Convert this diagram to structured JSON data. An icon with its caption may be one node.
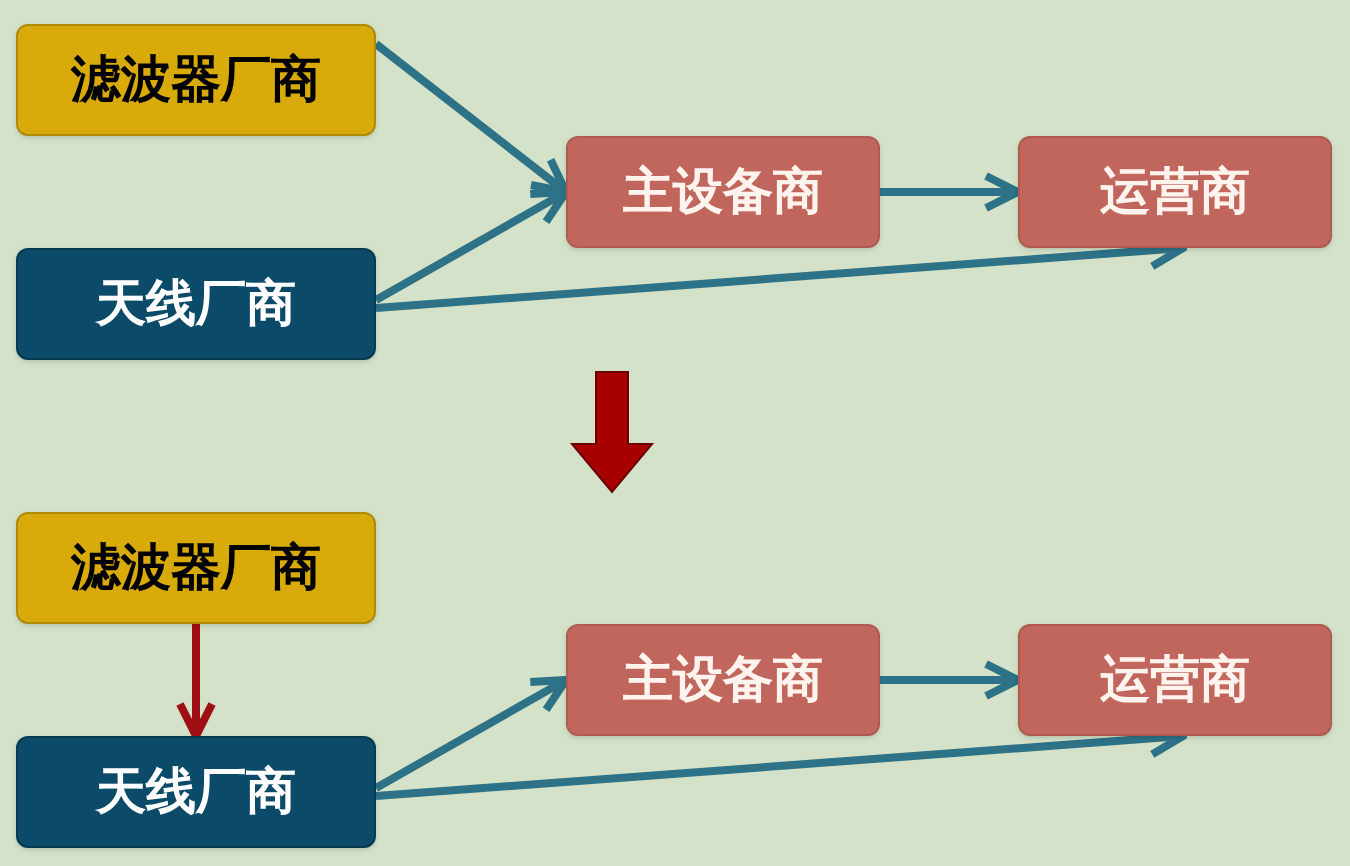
{
  "diagram": {
    "nodes": [
      {
        "text": [
          "滤波器厂商"
        ]
      },
      {
        "text": [
          "天线厂商"
        ]
      },
      {
        "text": [
          "主设备商"
        ]
      },
      {
        "text": [
          "运营商"
        ]
      },
      {
        "text": [
          "滤波器厂商"
        ]
      },
      {
        "text": [
          "天线厂商"
        ]
      },
      {
        "text": [
          "主设备商"
        ]
      },
      {
        "text": [
          "运营商"
        ]
      }
    ],
    "edges": [
      {
        "from": 0,
        "to": 2,
        "arrow": "to"
      },
      {
        "from": 1,
        "to": 2,
        "arrow": "to"
      },
      {
        "from": 2,
        "to": 3,
        "arrow": "to"
      },
      {
        "from": 1,
        "to": 3,
        "arrow": "to"
      },
      {
        "from": 4,
        "to": 5,
        "arrow": "to",
        "color": "#a00f14"
      },
      {
        "from": 5,
        "to": 6,
        "arrow": "to"
      },
      {
        "from": 6,
        "to": 7,
        "arrow": "to"
      },
      {
        "from": 5,
        "to": 7,
        "arrow": "to"
      }
    ]
  }
}
